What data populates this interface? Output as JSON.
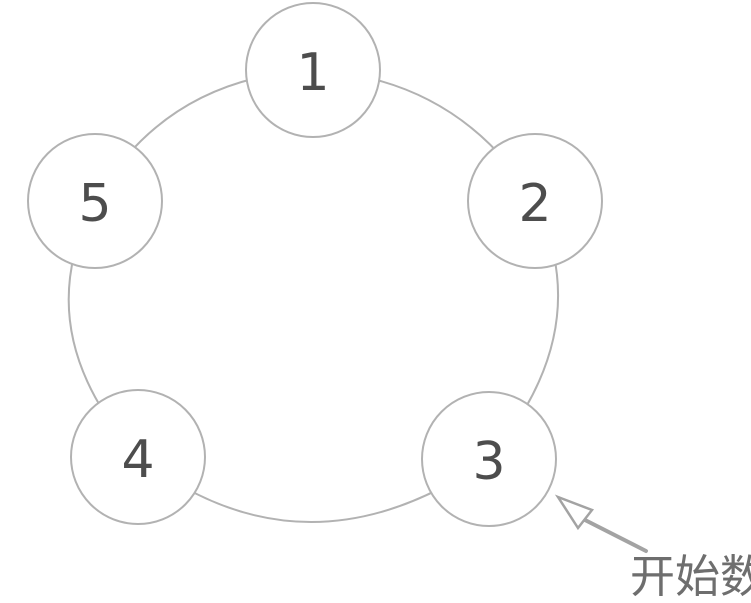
{
  "diagram": {
    "type": "cycle",
    "nodes": [
      {
        "label": "1"
      },
      {
        "label": "2"
      },
      {
        "label": "3"
      },
      {
        "label": "4"
      },
      {
        "label": "5"
      }
    ],
    "annotation": {
      "label": "开始数"
    },
    "colors": {
      "background": "#ffffff",
      "circle_stroke": "#b2b2b2",
      "number_text": "#4d4d4d",
      "arrow": "#a3a3a3",
      "annotation_text": "#6e6e6e"
    }
  }
}
